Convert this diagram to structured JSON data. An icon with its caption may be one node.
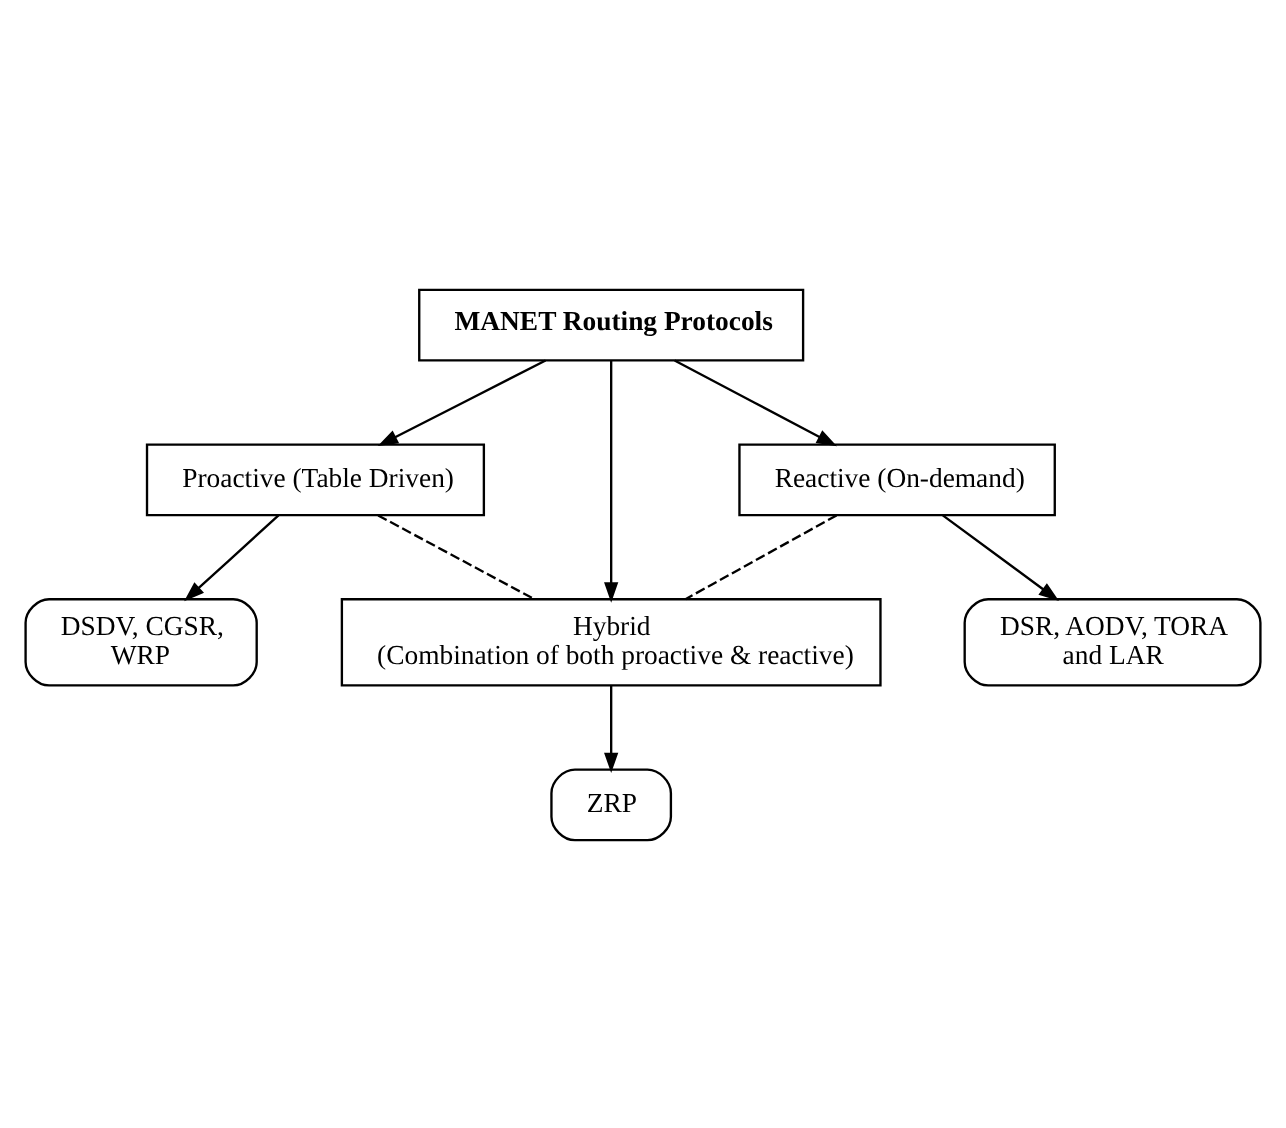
{
  "diagram": {
    "nodes": [
      {
        "text": [
          "MANET Routing Protocols"
        ]
      },
      {
        "text": [
          "Proactive (Table Driven)"
        ]
      },
      {
        "text": [
          "Reactive (On-demand)"
        ]
      },
      {
        "text": [
          "Hybrid (Combination of both proactive & reactive)"
        ]
      },
      {
        "text": [
          "DSDV, CGSR, WRP"
        ]
      },
      {
        "text": [
          "DSR, AODV, TORA and LAR"
        ]
      },
      {
        "text": [
          "ZRP"
        ]
      }
    ],
    "edges": [
      {
        "from": 0,
        "to": 1,
        "arrow": "to"
      },
      {
        "from": 0,
        "to": 3,
        "arrow": "to"
      },
      {
        "from": 0,
        "to": 2,
        "arrow": "to"
      },
      {
        "from": 1,
        "to": 3,
        "arrow": "none",
        "style": "dashed"
      },
      {
        "from": 2,
        "to": 3,
        "arrow": "none",
        "style": "dashed"
      },
      {
        "from": 1,
        "to": 4,
        "arrow": "to"
      },
      {
        "from": 2,
        "to": 5,
        "arrow": "to"
      },
      {
        "from": 3,
        "to": 6,
        "arrow": "to"
      }
    ]
  }
}
